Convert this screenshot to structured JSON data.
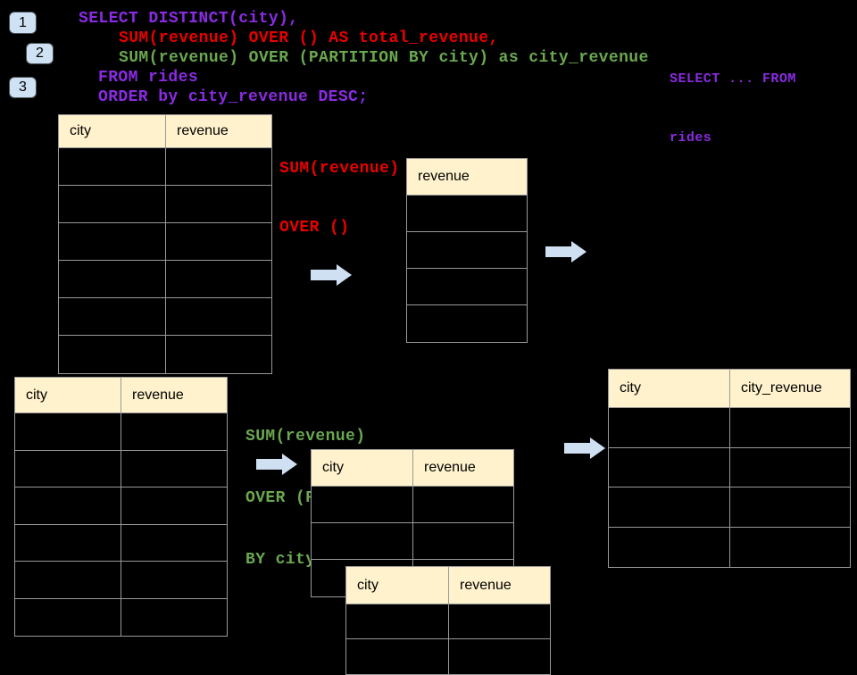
{
  "badges": [
    {
      "label": "1"
    },
    {
      "label": "2"
    },
    {
      "label": "3"
    }
  ],
  "sql": {
    "lines": [
      {
        "text": "SELECT DISTINCT(city),",
        "color": "purple"
      },
      {
        "text": "SUM(revenue) OVER () AS total_revenue,",
        "color": "red"
      },
      {
        "text": "SUM(revenue) OVER (PARTITION BY city) as city_revenue",
        "color": "green"
      },
      {
        "text": "FROM rides",
        "color": "purple"
      },
      {
        "text": "ORDER by city_revenue DESC;",
        "color": "purple"
      }
    ]
  },
  "side_note": {
    "color": "purple",
    "line1": "SELECT ... FROM",
    "line2": "rides"
  },
  "annotations": {
    "total": {
      "color": "red",
      "line1": "SUM(revenue)",
      "line2": "OVER ()"
    },
    "partition": {
      "color": "green",
      "line1": "SUM(revenue)",
      "line2": "OVER (PARTITION",
      "line3": "BY city)"
    }
  },
  "tables": {
    "source_top": {
      "headers": [
        "city",
        "revenue"
      ],
      "empty_rows": 6
    },
    "total_revenue": {
      "headers": [
        "revenue"
      ],
      "empty_rows": 4
    },
    "source_bottom": {
      "headers": [
        "city",
        "revenue"
      ],
      "empty_rows": 6
    },
    "partition_group_a": {
      "headers": [
        "city",
        "revenue"
      ],
      "empty_rows": 3
    },
    "partition_group_b": {
      "headers": [
        "city",
        "revenue"
      ],
      "empty_rows": 2
    },
    "result": {
      "headers": [
        "city",
        "city_revenue"
      ],
      "empty_rows": 4
    }
  },
  "colors": {
    "background": "#000000",
    "code_purple": "#8a2be2",
    "code_red": "#ea0000",
    "code_green": "#6aa84f",
    "table_header_fill": "#fff2cc",
    "table_border": "#999999",
    "arrow_fill": "#cfe0f3",
    "badge_fill": "#cfe2f3"
  }
}
